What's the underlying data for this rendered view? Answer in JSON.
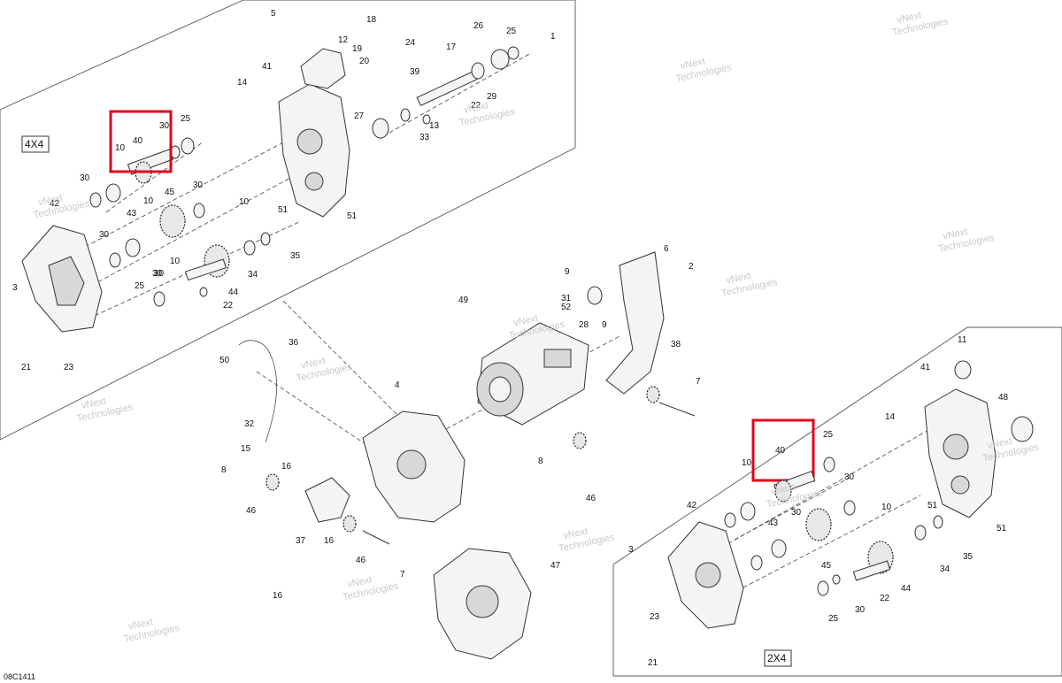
{
  "diagram": {
    "reference_code": "08C1411",
    "variant_tags": {
      "four_wd": "4X4",
      "two_wd": "2X4"
    },
    "watermark_line1": "vNext",
    "watermark_line2": "Technologies",
    "highlight_color": "#e0001b",
    "callouts_top": [
      "5",
      "18",
      "12",
      "19",
      "20",
      "24",
      "17",
      "26",
      "25",
      "1",
      "41",
      "39",
      "29",
      "22",
      "13",
      "33",
      "27",
      "14",
      "25",
      "30",
      "40",
      "10",
      "30",
      "42",
      "43",
      "45",
      "30",
      "10",
      "51",
      "51",
      "10",
      "30",
      "30",
      "10",
      "34",
      "35",
      "3",
      "25",
      "30",
      "44",
      "22",
      "23",
      "21"
    ],
    "callouts_center": [
      "6",
      "9",
      "2",
      "31",
      "52",
      "28",
      "9",
      "49",
      "38",
      "7",
      "8",
      "46",
      "36",
      "4",
      "50",
      "32",
      "15",
      "16",
      "8",
      "46",
      "37",
      "16",
      "46",
      "7",
      "16",
      "47"
    ],
    "callouts_bottom": [
      "11",
      "41",
      "48",
      "14",
      "25",
      "40",
      "10",
      "30",
      "51",
      "10",
      "51",
      "42",
      "43",
      "45",
      "30",
      "44",
      "34",
      "35",
      "3",
      "25",
      "30",
      "22",
      "23",
      "21"
    ]
  }
}
